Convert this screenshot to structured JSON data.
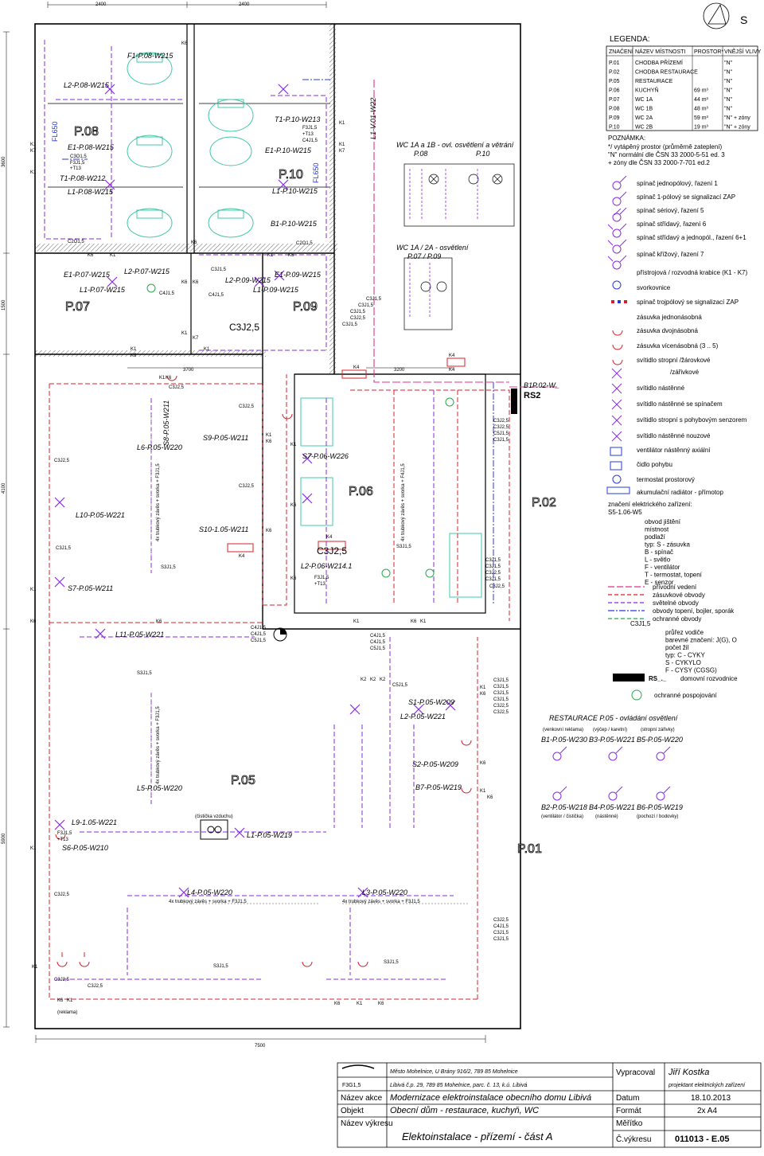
{
  "dimensions": {
    "top_left": "2400",
    "top_right": "2400",
    "left_1": "3600",
    "left_2": "1500",
    "left_3": "4100",
    "left_4": "5900",
    "mid": "3700",
    "mid2": "3200",
    "bottom": "7500"
  },
  "rooms": {
    "p08": "P.08",
    "p10": "P.10",
    "p07": "P.07",
    "p09": "P.09",
    "p06": "P.06",
    "p02": "P.02",
    "p05": "P.05",
    "p01": "P.01"
  },
  "circuit_labels": {
    "f1_p08": "F1-P.08-W215",
    "l2_p08": "L2-P.08-W215",
    "e1_p08": "E1-P.08-W215",
    "t1_p08": "T1-P.08-W212",
    "l1_p08": "L1-P.08-W215",
    "t1_p10": "T1-P.10-W213",
    "e1_p10": "E1-P.10-W215",
    "l1_p10": "L1-P.10-W215",
    "b1_p10": "B1-P.10-W215",
    "e1_p07": "E1-P.07-W215",
    "l2_p07": "L2-P.07-W215",
    "l1_p07": "L1-P.07-W215",
    "l2_p09": "L2-P.09-W215",
    "e1_p09": "E1-P.09-W215",
    "l1_p09": "L1-P.09-W215",
    "s8_p05": "S8-P.05-W211",
    "l6_p05": "L6-P.05-W220",
    "s9_p05": "S9-P.05-W211",
    "s10_p05": "S10-1.05-W211",
    "l10_p05": "L10-P.05-W221",
    "s7_p05": "S7-P.05-W211",
    "l11_p05": "L11-P.05-W221",
    "l5_p05": "L5-P.05-W220",
    "l9_p05": "L9-1.05-W221",
    "s6_p05": "S6-P.05-W210",
    "l1_p05": "L1-P.05-W219",
    "l4_p05": "L4-P.05-W220",
    "l3_p05": "L3-P.05-W220",
    "s7_p06": "S7-P.06-W226",
    "l2_p06": "L2-P.06-W214.1",
    "s1_p05": "S1-P.05-W209",
    "l2_p05": "L2-P.05-W221",
    "s2_p05": "S2-P.05-W209",
    "b7_p05": "B7-P.05-W219",
    "l1v": "L1-V.01-W22",
    "rs2": "RS2",
    "b1p": "B1P.02-W_"
  },
  "wc_header": {
    "line1": "WC 1A a 1B - ovl. osvětlení a větrání",
    "p08": "P.08",
    "p10": "P.10",
    "line2": "WC 1A / 2A - osvětlení",
    "p07": "P.07 / P.09"
  },
  "cables": {
    "c3j25": "C3J2,5",
    "c3j15": "C3J1,5",
    "s3j15": "S3J1,5",
    "c3o15": "C3O1,5",
    "c4j15": "C4J1,5",
    "c5j15": "C5J1,5",
    "f3j15": "F3J1,5",
    "c2o15": "C2O1,5",
    "t13": "+T13"
  },
  "boxes": {
    "k1": "K1",
    "k4": "K4",
    "k6": "K6",
    "k7": "K7",
    "k2": "K2"
  },
  "notes": {
    "curtain": "4x trubkový závěs + svorka + F3J1,5",
    "curtain_small": "4x trubkový závěs + svorka + F4J1,5",
    "reklama": "(reklama)",
    "vzduch": "(čistička vzduchu)",
    "big_cable": "C3J2,5",
    "big_cable2": "C3J2,5"
  },
  "legend": {
    "title": "LEGENDA:",
    "table_headers": [
      "ZNAČENÍ",
      "NÁZEV MÍSTNOSTI",
      "PROSTOR*",
      "VNĚJŠÍ VLIVY"
    ],
    "table_rows": [
      [
        "P.01",
        "CHODBA PŘÍZEMÍ",
        "",
        "\"N\""
      ],
      [
        "P.02",
        "CHODBA RESTAURACE",
        "",
        "\"N\""
      ],
      [
        "P.05",
        "RESTAURACE",
        "",
        "\"N\""
      ],
      [
        "P.06",
        "KUCHYŇ",
        "69 m³",
        "\"N\""
      ],
      [
        "P.07",
        "WC 1A",
        "44 m³",
        "\"N\""
      ],
      [
        "P.08",
        "WC 1B",
        "48 m³",
        "\"N\""
      ],
      [
        "P.09",
        "WC 2A",
        "59 m³",
        "\"N\" + zóny"
      ],
      [
        "P.10",
        "WC 2B",
        "19 m³",
        "\"N\" + zóny"
      ]
    ],
    "note_title": "POZNÁMKA:",
    "note_lines": [
      "*/ vytápěný prostor (průměrně zateplení)",
      "\"N\" normální dle ČSN 33 2000-5-51 ed. 3",
      "+ zóny dle ČSN 33 2000-7-701 ed.2"
    ],
    "items": [
      "spínač jednopólový, řazení 1",
      "spínač 1-pólový se signalizací ZAP",
      "spínač sériový, řazení 5",
      "spínač střídavý, řazení 6",
      "spínač střídavý a jednopól., řazení 6+1",
      "spínač křížový, řazení 7",
      "přístrojová / rozvodná krabice (K1 - K7)",
      "svorkovnice",
      "spínač trojpólový se signalizací ZAP",
      "zásuvka jednonásobná",
      "zásuvka dvojnásobná",
      "zásuvka vícenásobná (3 .. 5)",
      "svítidlo stropní  /žárovkové",
      "/zářivkové",
      "svítidlo nástěnné",
      "svítidlo nástěnné se spínačem",
      "svítidlo stropní s pohybovým senzorem",
      "svítidlo nástěnné nouzové",
      "ventilátor nástěnný axiální",
      "čidlo pohybu",
      "termostat prostorový",
      "akumulační radiátor - přímotop"
    ],
    "marking_title": "značení elektrického zařízení:",
    "marking_example": "S5-1.06-W5",
    "marking_lines": [
      "obvod jištění",
      "místnost",
      "podlaží",
      "typ: S - zásuvka",
      "B - spínač",
      "L - světlo",
      "F - ventilátor",
      "T - termostat, topení",
      "E - senzor"
    ],
    "line_types": [
      "přívodní vedení",
      "zásuvkové obvody",
      "světelné obvody",
      "obvody topení, bojler, sporák",
      "ochranné obvody"
    ],
    "conductor_example": "C3J1,5",
    "conductor_lines": [
      "průřez vodiče",
      "barevné značení: J(G), O",
      "počet žil",
      "typ: C - CYKY",
      "S - CYKYLO",
      "F - CYSY (CGSG)"
    ],
    "rs_symbol": "RS_._",
    "rs_text": "domovní rozvodnice",
    "pe_text": "ochranné pospojování"
  },
  "restaurant_control": {
    "title": "RESTAURACE P.05 - ovládání osvětlení",
    "cols": [
      "(venkovní reklama)",
      "(výčep / karetní)",
      "(stropní zářivky)"
    ],
    "row1": [
      "B1-P.05-W230",
      "B3-P.05-W221",
      "B5-P.05-W220"
    ],
    "row2": [
      "B2-P.05-W218",
      "B4-P.05-W221",
      "B6-P.05-W219"
    ],
    "row2_notes": [
      "(ventilátor / čistička)",
      "(nástěnné)",
      "(pochozí / bodovky)"
    ]
  },
  "titleblock": {
    "company1": "Město Mohelnice, U Brány 916/2, 789 85 Mohelnice",
    "company2": "Libivá č.p. 29, 789 85 Mohelnice, parc. č. 13, k.ú. Libivá",
    "code": "F3G1,5",
    "action_label": "Název akce",
    "action": "Modernizace elektroinstalace obecního domu Libivá",
    "object_label": "Objekt",
    "object": "Obecní dům - restaurace, kuchyň, WC",
    "report_label": "Název výkresu",
    "report": "Elektoinstalace - přízemí - část A",
    "drawn_label": "Vypracoval",
    "drawn_by": "Jiří Kostka",
    "drawn_role": "projektant elektrických zařízení",
    "date_label": "Datum",
    "date": "18.10.2013",
    "format_label": "Formát",
    "format": "2x A4",
    "scale_label": "Měřítko",
    "scale": "",
    "number_label": "Č.výkresu",
    "number": "011013 - E.05"
  },
  "colors": {
    "red": "#d9202a",
    "purple": "#8a2be2",
    "blue": "#2a3ad9",
    "pink": "#e0328c",
    "green": "#2aa84a",
    "sanitary": "#40c8a8"
  }
}
